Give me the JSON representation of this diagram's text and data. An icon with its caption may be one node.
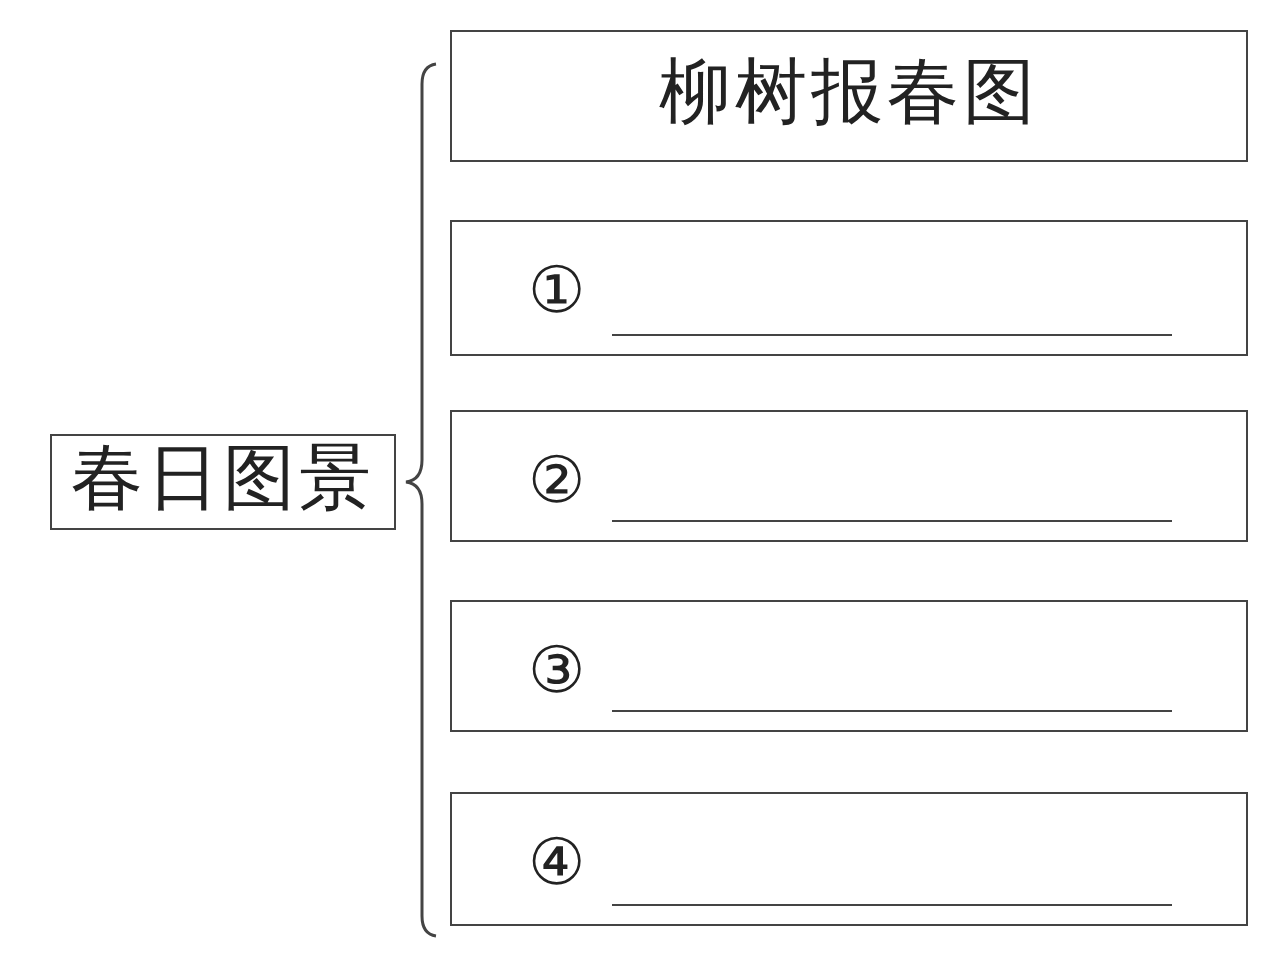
{
  "diagram": {
    "nodes": [
      {
        "text": [
          "春日图景"
        ]
      },
      {
        "text": [
          "柳树报春图"
        ]
      },
      {
        "text": [
          "①"
        ]
      },
      {
        "text": [
          "②"
        ]
      },
      {
        "text": [
          "③"
        ]
      },
      {
        "text": [
          "④"
        ]
      }
    ]
  }
}
